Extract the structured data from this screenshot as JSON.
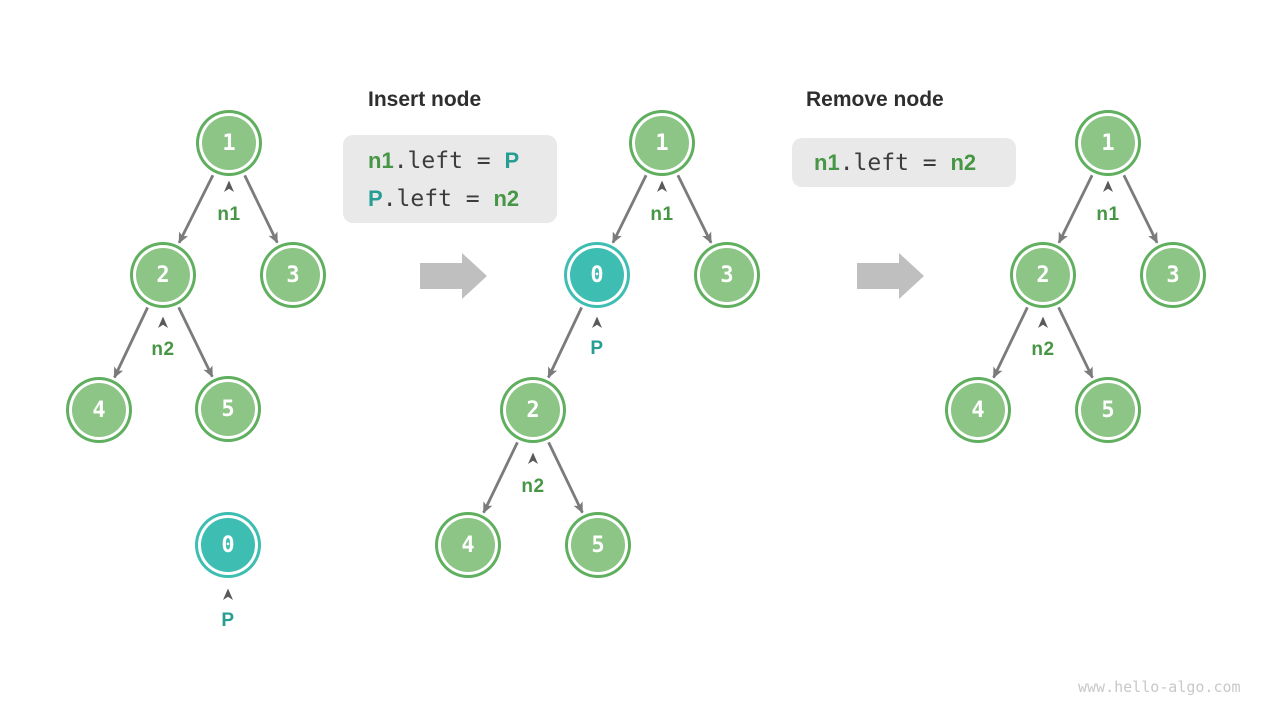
{
  "figure": {
    "watermark": "www.hello-algo.com"
  },
  "sections": {
    "insert": {
      "title": "Insert node"
    },
    "remove": {
      "title": "Remove node"
    }
  },
  "code_boxes": [
    {
      "name": "insert-code",
      "lines": [
        {
          "tokens": [
            {
              "text": "n1",
              "color": "green"
            },
            {
              "text": ".left = ",
              "color": "plain"
            },
            {
              "text": "P",
              "color": "teal"
            }
          ]
        },
        {
          "tokens": [
            {
              "text": "P",
              "color": "teal"
            },
            {
              "text": ".left = ",
              "color": "plain"
            },
            {
              "text": "n2",
              "color": "green"
            }
          ]
        }
      ]
    },
    {
      "name": "remove-code",
      "lines": [
        {
          "tokens": [
            {
              "text": "n1",
              "color": "green"
            },
            {
              "text": ".left = ",
              "color": "plain"
            },
            {
              "text": "n2",
              "color": "green"
            }
          ]
        }
      ]
    }
  ],
  "trees": [
    {
      "id": "initial",
      "nodes": [
        "1",
        "2",
        "3",
        "4",
        "5",
        "0"
      ],
      "pointers": [
        "n1",
        "n2",
        "P"
      ]
    },
    {
      "id": "after-insert",
      "nodes": [
        "1",
        "0",
        "3",
        "2",
        "4",
        "5"
      ],
      "pointers": [
        "n1",
        "P",
        "n2"
      ]
    },
    {
      "id": "after-remove",
      "nodes": [
        "1",
        "2",
        "3",
        "4",
        "5"
      ],
      "pointers": [
        "n1",
        "n2"
      ]
    }
  ],
  "colors": {
    "node_green_fill": "#8cc585",
    "node_green_ring": "#5faf5f",
    "node_teal_fill": "#3ebdb2",
    "edge_gray": "#7b7b7b",
    "pointer_green": "#469646",
    "pointer_teal": "#269e94",
    "code_box_bg": "#e9e9e9",
    "code_text": "#3c3c3c",
    "heading_text": "#2e2e2e",
    "block_arrow_gray": "#bfbfbf",
    "watermark_gray": "#c8c8c8",
    "caret_gray": "#5a5a5a"
  }
}
